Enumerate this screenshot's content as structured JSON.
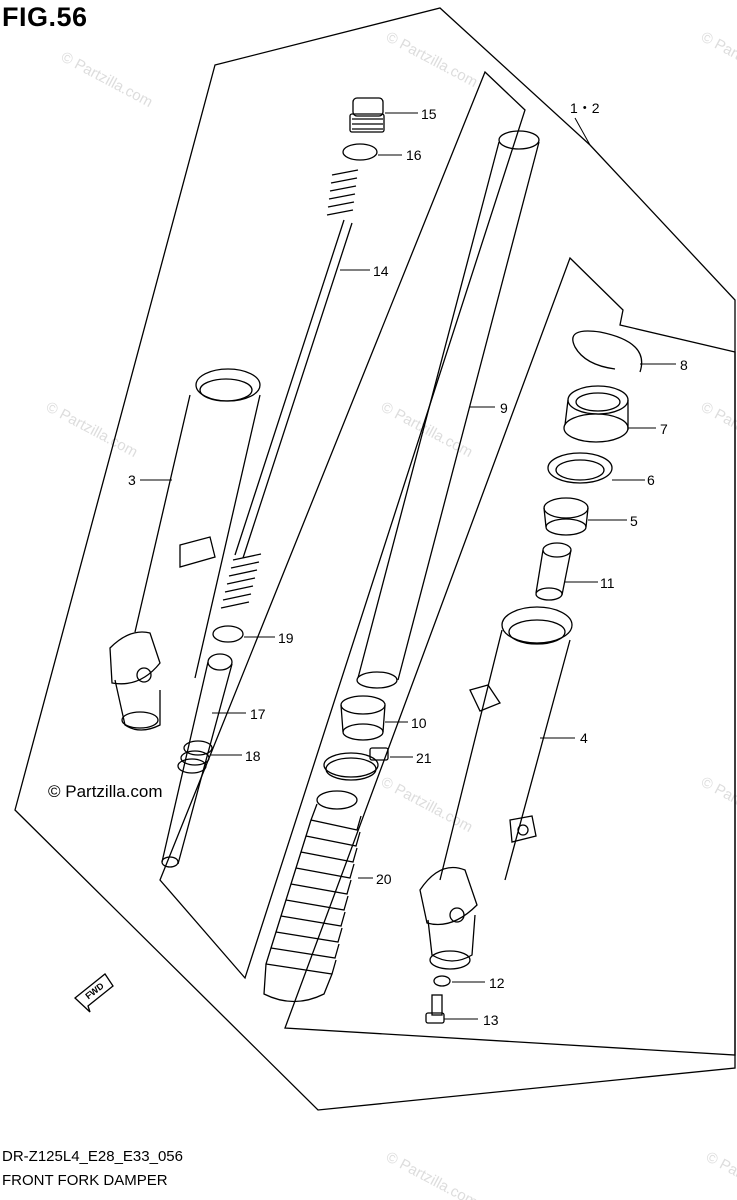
{
  "figure_title": "FIG.56",
  "model_code": "DR-Z125L4_E28_E33_056",
  "assembly_name": "FRONT FORK DAMPER",
  "copyright_text": "© Partzilla.com",
  "watermark_text": "© Partzilla.com",
  "callouts": {
    "assembly": "1・2",
    "p3": "3",
    "p4": "4",
    "p5": "5",
    "p6": "6",
    "p7": "7",
    "p8": "8",
    "p9": "9",
    "p10": "10",
    "p11": "11",
    "p12": "12",
    "p13": "13",
    "p14": "14",
    "p15": "15",
    "p16": "16",
    "p17": "17",
    "p18": "18",
    "p19": "19",
    "p20": "20",
    "p21": "21"
  },
  "fwd_label": "FWD"
}
